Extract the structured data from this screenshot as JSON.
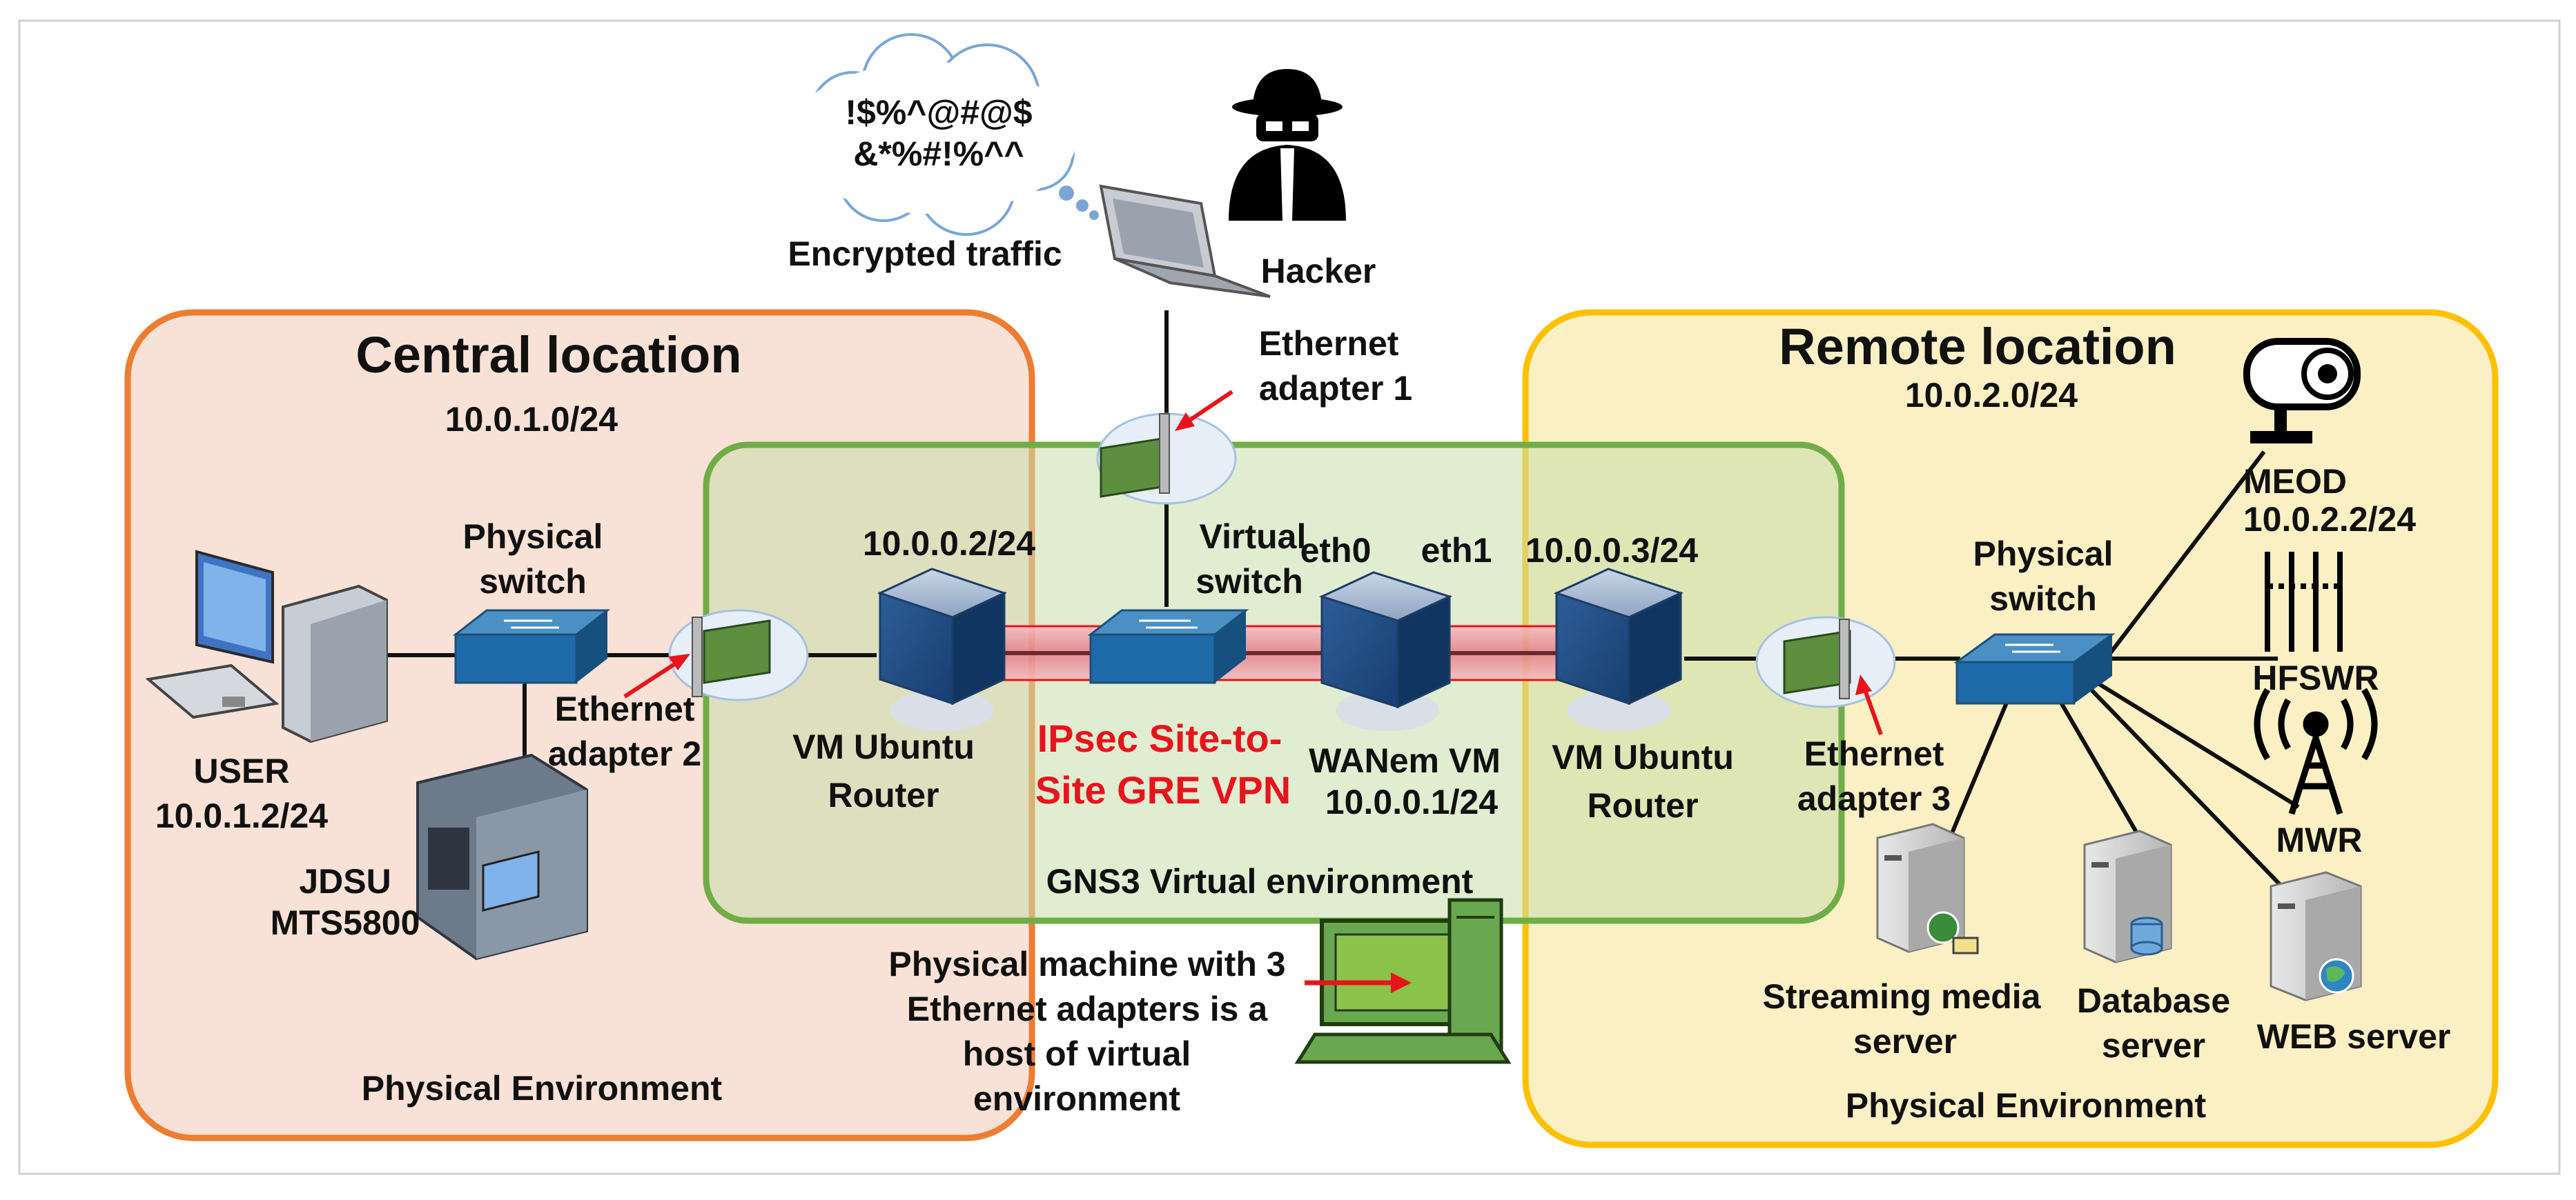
{
  "diagram": {
    "regions": {
      "central": {
        "title": "Central location",
        "subnet": "10.0.1.0/24",
        "footer": "Physical Environment",
        "color": "#ed7d31"
      },
      "remote": {
        "title": "Remote location",
        "subnet": "10.0.2.0/24",
        "footer": "Physical Environment",
        "color": "#ffc000"
      },
      "gns3": {
        "title": "GNS3 Virtual environment",
        "color": "#70ad47"
      }
    },
    "nodes": {
      "user_pc": {
        "name": "USER",
        "ip": "10.0.1.2/24",
        "icon": "desktop-computer-icon"
      },
      "jdsu": {
        "line1": "JDSU",
        "line2": "MTS5800",
        "icon": "test-instrument-icon"
      },
      "phys_switch_central": {
        "line1": "Physical",
        "line2": "switch",
        "icon": "switch-icon"
      },
      "eth_adapter_2": {
        "line1": "Ethernet",
        "line2": "adapter 2",
        "icon": "nic-card-icon"
      },
      "vm_router_central": {
        "ip": "10.0.0.2/24",
        "line1": "VM Ubuntu",
        "line2": "Router",
        "icon": "vm-cube-icon"
      },
      "virtual_switch": {
        "line1": "Virtual",
        "line2": "switch",
        "icon": "switch-icon"
      },
      "wanem": {
        "eth0": "eth0",
        "eth1": "eth1",
        "line1": "WANem VM",
        "line2": "10.0.0.1/24",
        "icon": "vm-cube-icon"
      },
      "vm_router_remote": {
        "ip": "10.0.0.3/24",
        "line1": "VM Ubuntu",
        "line2": "Router",
        "icon": "vm-cube-icon"
      },
      "eth_adapter_3": {
        "line1": "Ethernet",
        "line2": "adapter 3",
        "icon": "nic-card-icon"
      },
      "phys_switch_remote": {
        "line1": "Physical",
        "line2": "switch",
        "icon": "switch-icon"
      },
      "eth_adapter_1": {
        "line1": "Ethernet",
        "line2": "adapter 1",
        "icon": "nic-card-icon"
      },
      "hacker": {
        "name": "Hacker",
        "icon": "hacker-icon"
      },
      "laptop": {
        "icon": "laptop-icon"
      },
      "cloud_bubble": {
        "line1": "!$%^@#@$",
        "line2": "&*%#!%^^",
        "caption": "Encrypted traffic"
      },
      "meod": {
        "name": "MEOD",
        "ip": "10.0.2.2/24",
        "icon": "security-camera-icon"
      },
      "hfswr": {
        "name": "HFSWR",
        "icon": "antenna-array-icon"
      },
      "mwr": {
        "name": "MWR",
        "icon": "radio-tower-icon"
      },
      "streaming": {
        "line1": "Streaming media",
        "line2": "server",
        "icon": "server-icon"
      },
      "database": {
        "line1": "Database",
        "line2": "server",
        "icon": "database-server-icon"
      },
      "web": {
        "name": "WEB server",
        "icon": "web-server-icon"
      },
      "host_machine": {
        "lines": [
          "Physical machine with 3",
          "Ethernet adapters is a",
          "host of  virtual",
          "environment"
        ],
        "icon": "host-computer-icon"
      }
    },
    "vpn": {
      "line1": "IPsec Site-to-",
      "line2": "Site GRE VPN",
      "color": "#e8141c"
    }
  }
}
